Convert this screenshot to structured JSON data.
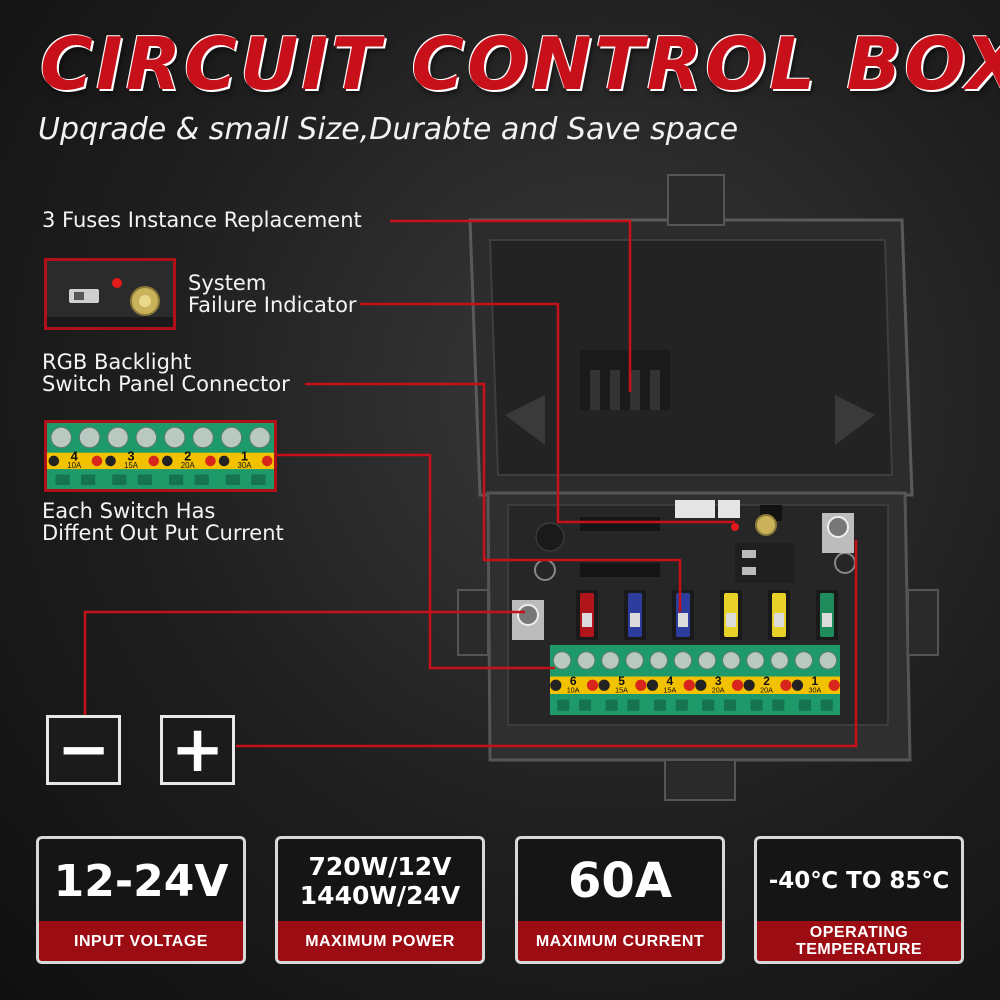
{
  "header": {
    "title": "CIRCUIT CONTROL BOX",
    "subtitle": "Upqrade & small Size,Durabte and Save space"
  },
  "callouts": {
    "fuses": "3 Fuses Instance Replacement",
    "indicator_line1": "System",
    "indicator_line2": "Failure Indicator",
    "rgb_line1": "RGB Backlight",
    "rgb_line2": "Switch Panel Connector",
    "switch_line1": "Each Switch Has",
    "switch_line2": "Diffent Out Put Current"
  },
  "terminals": {
    "negative": "−",
    "positive": "+"
  },
  "terminal_block": {
    "channels": [
      {
        "num": "6",
        "amp": "10A"
      },
      {
        "num": "5",
        "amp": "15A"
      },
      {
        "num": "4",
        "amp": "15A"
      },
      {
        "num": "3",
        "amp": "20A"
      },
      {
        "num": "2",
        "amp": "20A"
      },
      {
        "num": "1",
        "amp": "30A"
      }
    ],
    "thumb_channels": [
      {
        "num": "4",
        "amp": "10A"
      },
      {
        "num": "3",
        "amp": "15A"
      },
      {
        "num": "2",
        "amp": "20A"
      },
      {
        "num": "1",
        "amp": "30A"
      }
    ]
  },
  "specs": [
    {
      "value_line1": "12-24V",
      "value_line2": "",
      "label_line1": "INPUT VOLTAGE",
      "label_line2": ""
    },
    {
      "value_line1": "720W/12V",
      "value_line2": "1440W/24V",
      "label_line1": "MAXIMUM POWER",
      "label_line2": ""
    },
    {
      "value_line1": "60A",
      "value_line2": "",
      "label_line1": "MAXIMUM CURRENT",
      "label_line2": ""
    },
    {
      "value_line1": "-40℃ TO 85℃",
      "value_line2": "",
      "label_line1": "OPERATING",
      "label_line2": "TEMPERATURE"
    }
  ],
  "colors": {
    "accent_red": "#c8101a",
    "label_red": "#9c0d13",
    "terminal_green": "#1e9a6a",
    "terminal_yellow": "#f2c200",
    "fuse_red": "#b0151c",
    "fuse_blue": "#2c3d9e",
    "fuse_yellow": "#e8d22a",
    "fuse_green": "#1f8a5c"
  }
}
